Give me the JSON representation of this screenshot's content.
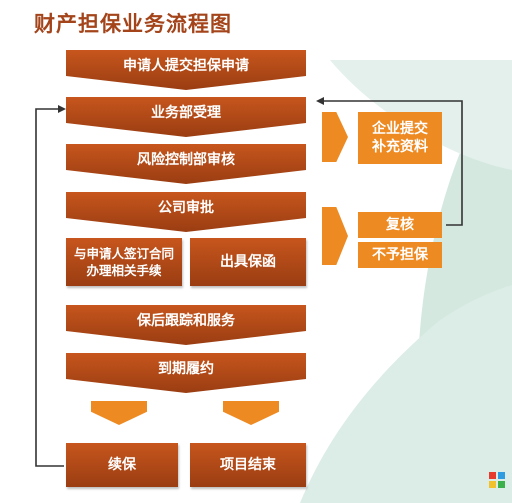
{
  "title": "财产担保业务流程图",
  "steps": {
    "apply": "申请人提交担保申请",
    "accept": "业务部受理",
    "risk_review": "风险控制部审核",
    "company_approval": "公司审批",
    "sign_contract": "与申请人签订合同\n办理相关手续",
    "issue_letter": "出具保函",
    "follow_up": "保后跟踪和服务",
    "expire": "到期履约",
    "renew": "续保",
    "end": "项目结束"
  },
  "side": {
    "supplement": "企业提交\n补充资料",
    "recheck": "复核",
    "reject": "不予担保"
  },
  "colors": {
    "primary": "#b54a17",
    "accent": "#ee8a22",
    "background_shape": "#cfe5dd",
    "title": "#a4441a"
  },
  "icons": {
    "logo": "colorful-logo-icon"
  }
}
